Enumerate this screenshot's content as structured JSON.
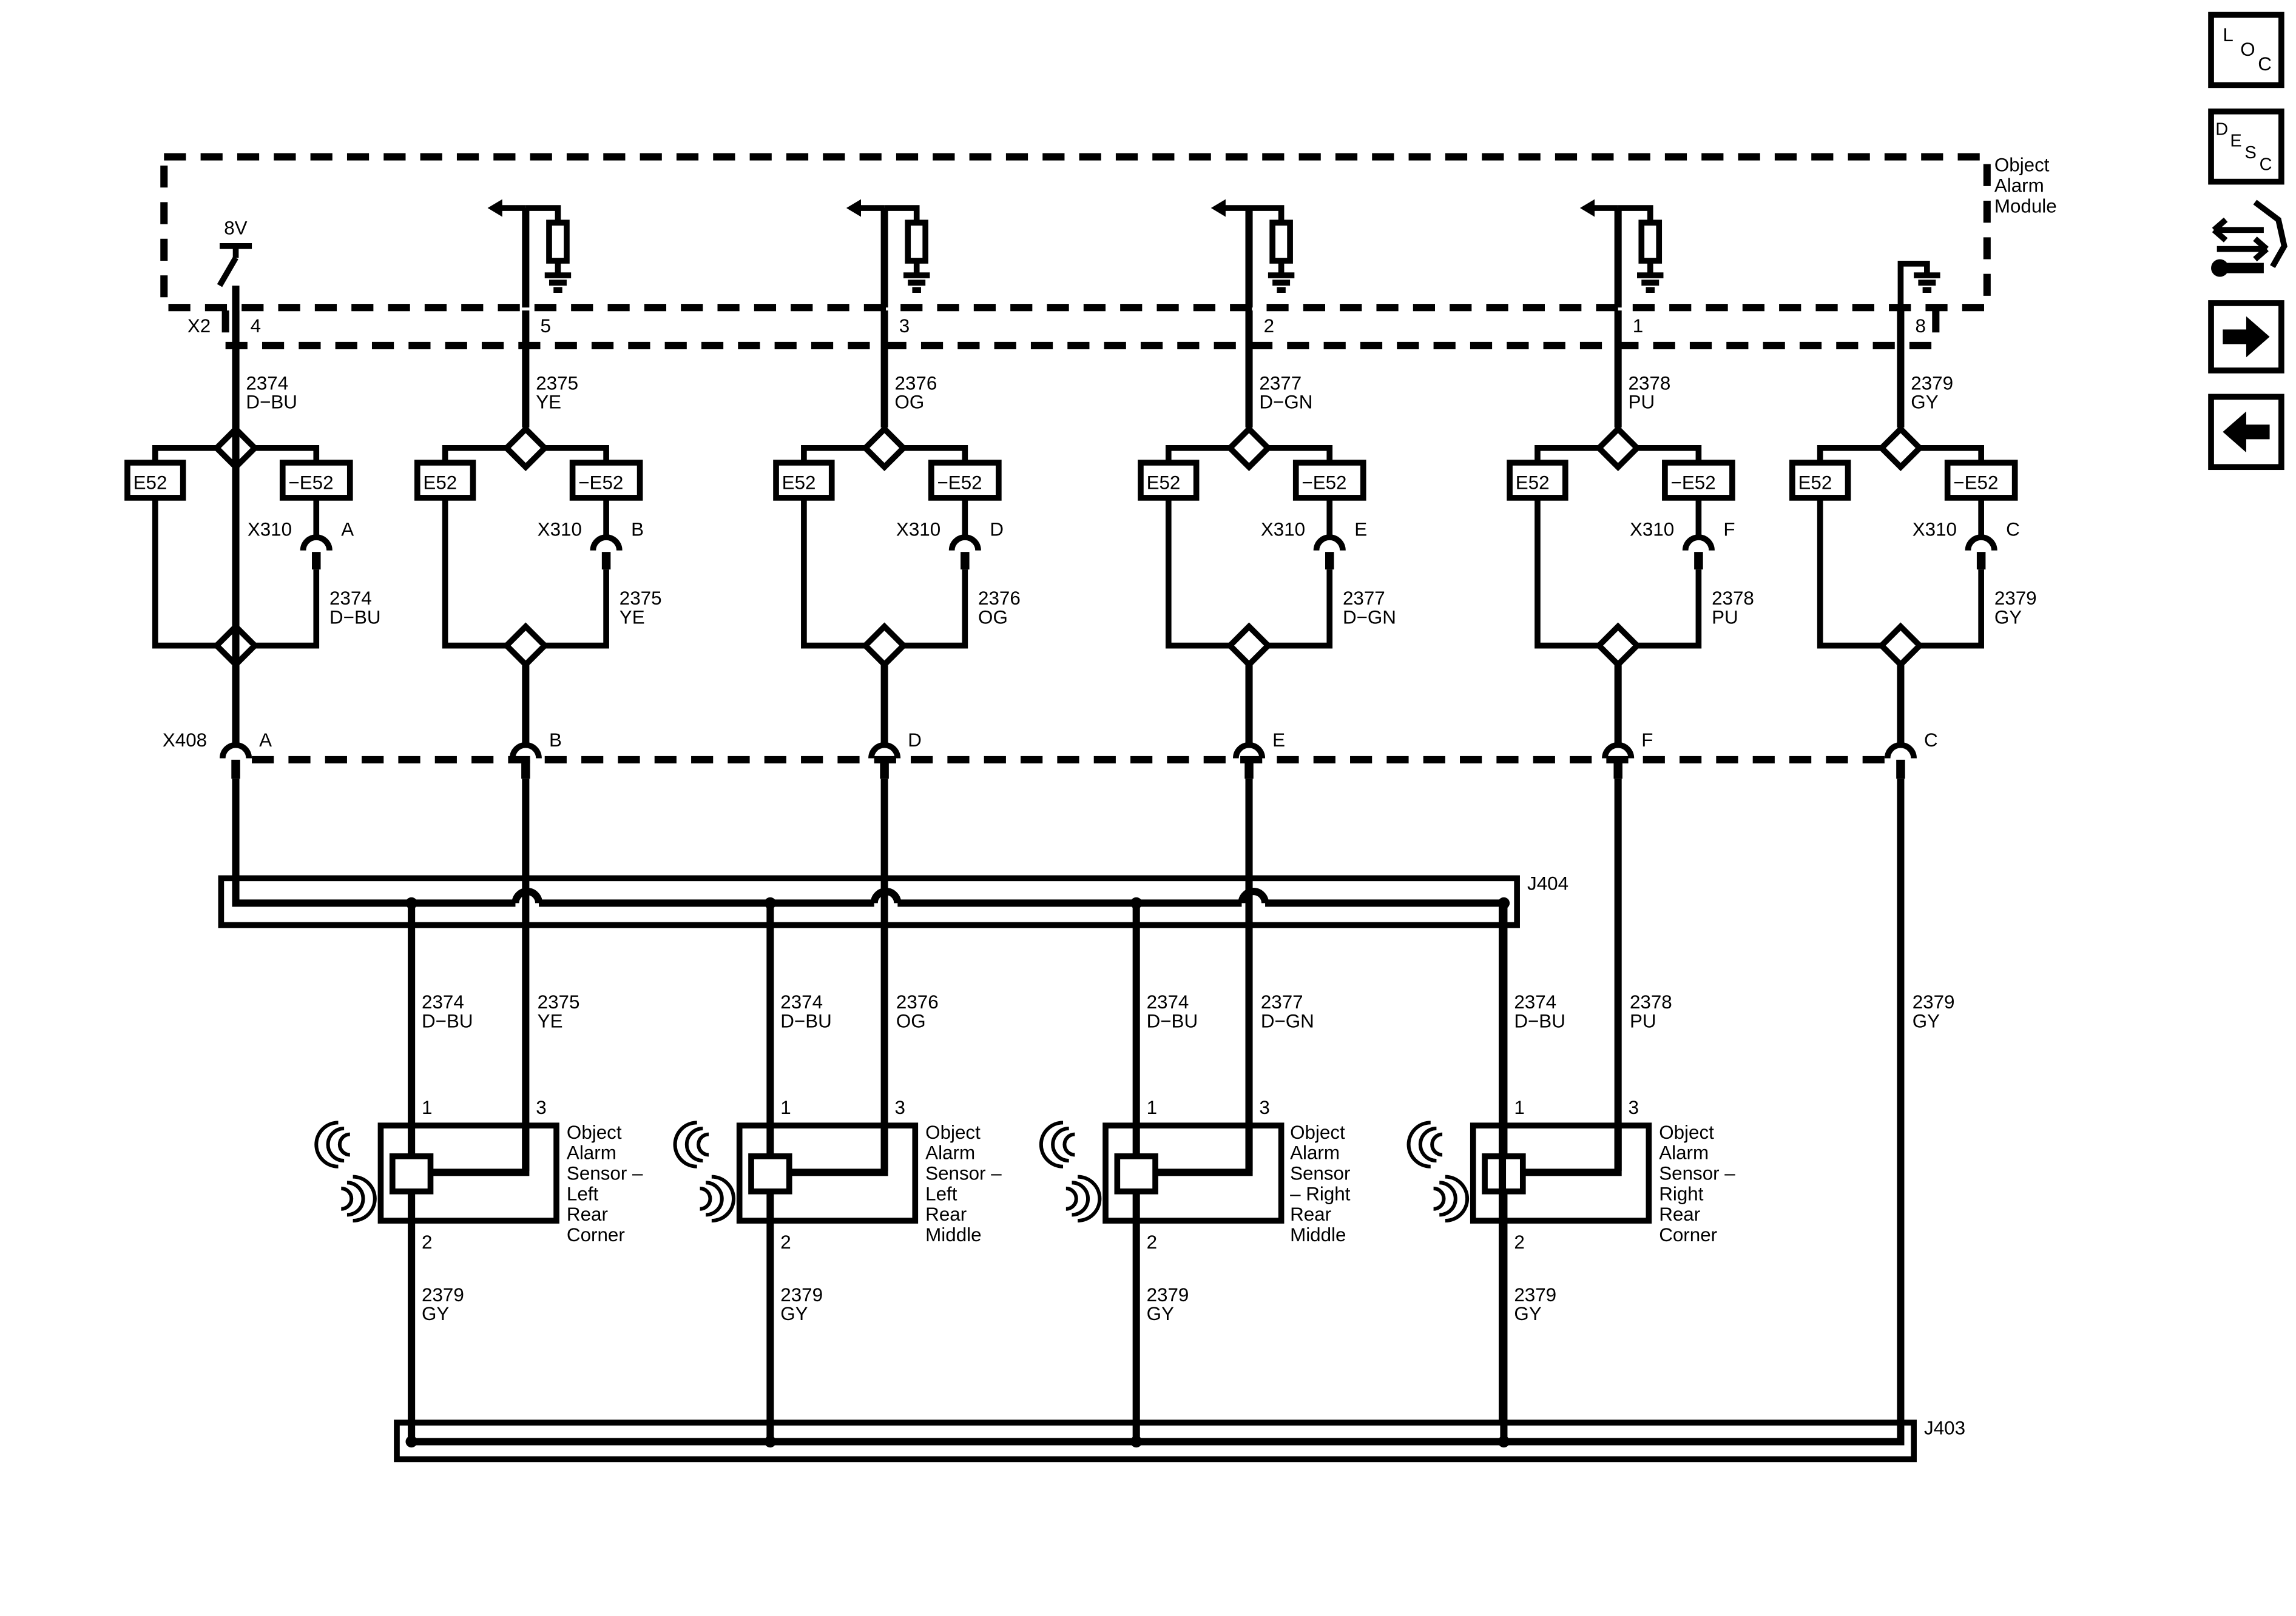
{
  "module": {
    "name_lines": [
      "Object",
      "Alarm",
      "Module"
    ],
    "supply_voltage": "8V",
    "connector_upper": "X2"
  },
  "connector_inline": "X310",
  "connector_lower": "X408",
  "option_codes": {
    "with": "E52",
    "without": "−E52"
  },
  "splice_packs": {
    "upper": "J404",
    "lower": "J403"
  },
  "circuits": [
    {
      "module_pin": "4",
      "number": "2374",
      "color": "D−BU",
      "x310_pin": "A",
      "x408_pin": "A"
    },
    {
      "module_pin": "5",
      "number": "2375",
      "color": "YE",
      "x310_pin": "B",
      "x408_pin": "B"
    },
    {
      "module_pin": "3",
      "number": "2376",
      "color": "OG",
      "x310_pin": "D",
      "x408_pin": "D"
    },
    {
      "module_pin": "2",
      "number": "2377",
      "color": "D−GN",
      "x310_pin": "E",
      "x408_pin": "E"
    },
    {
      "module_pin": "1",
      "number": "2378",
      "color": "PU",
      "x310_pin": "F",
      "x408_pin": "F"
    },
    {
      "module_pin": "8",
      "number": "2379",
      "color": "GY",
      "x310_pin": "C",
      "x408_pin": "C"
    }
  ],
  "sensors": [
    {
      "name_lines": [
        "Object",
        "Alarm",
        "Sensor –",
        "Left",
        "Rear",
        "Corner"
      ],
      "pin1": "1",
      "pin2": "2",
      "pin3": "3",
      "feed_number": "2374",
      "feed_color": "D−BU",
      "signal_number": "2375",
      "signal_color": "YE",
      "ground_number": "2379",
      "ground_color": "GY"
    },
    {
      "name_lines": [
        "Object",
        "Alarm",
        "Sensor –",
        "Left",
        "Rear",
        "Middle"
      ],
      "pin1": "1",
      "pin2": "2",
      "pin3": "3",
      "feed_number": "2374",
      "feed_color": "D−BU",
      "signal_number": "2376",
      "signal_color": "OG",
      "ground_number": "2379",
      "ground_color": "GY"
    },
    {
      "name_lines": [
        "Object",
        "Alarm",
        "Sensor",
        "– Right",
        "Rear",
        "Middle"
      ],
      "pin1": "1",
      "pin2": "2",
      "pin3": "3",
      "feed_number": "2374",
      "feed_color": "D−BU",
      "signal_number": "2377",
      "signal_color": "D−GN",
      "ground_number": "2379",
      "ground_color": "GY"
    },
    {
      "name_lines": [
        "Object",
        "Alarm",
        "Sensor –",
        "Right",
        "Rear",
        "Corner"
      ],
      "pin1": "1",
      "pin2": "2",
      "pin3": "3",
      "feed_number": "2374",
      "feed_color": "D−BU",
      "signal_number": "2378",
      "signal_color": "PU",
      "ground_number": "2379",
      "ground_color": "GY"
    }
  ],
  "direct_wires": [
    {
      "number": "2378",
      "color": "PU"
    },
    {
      "number": "2379",
      "color": "GY"
    }
  ],
  "nav": {
    "loc": [
      "L",
      "O",
      "C"
    ],
    "desc": [
      "D",
      "E",
      "S",
      "C"
    ],
    "icons": [
      "connector-tool-icon",
      "arrow-right-icon",
      "arrow-left-icon"
    ]
  }
}
